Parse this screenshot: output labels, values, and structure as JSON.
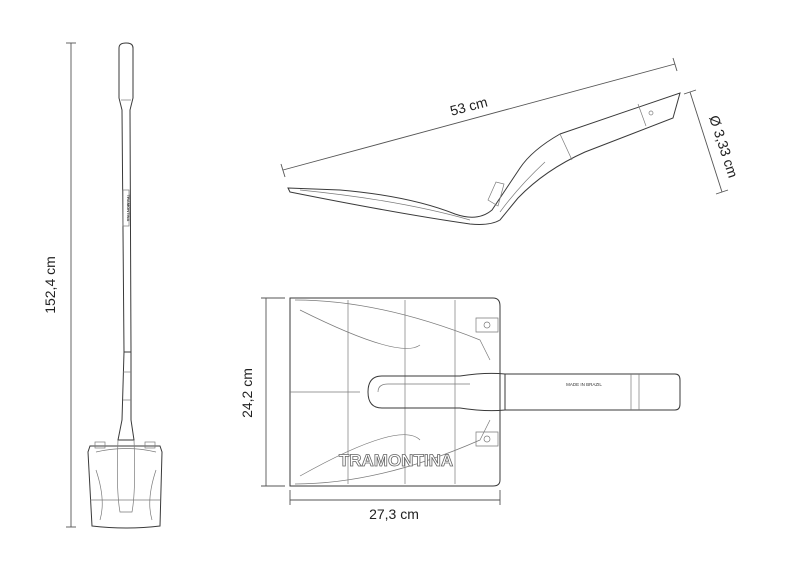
{
  "dimensions": {
    "height_total": "152,4 cm",
    "side_length": "53 cm",
    "handle_diameter": "Ø 3,33 cm",
    "blade_height": "24,2 cm",
    "blade_width": "27,3 cm"
  },
  "branding": {
    "blade_logo": "TRAMONTINA",
    "handle_logo": "TRAMONTINA",
    "handle_stamp": "MADE IN BRAZIL"
  },
  "colors": {
    "line": "#3a3a3a",
    "dimension": "#555555",
    "background": "#ffffff"
  }
}
